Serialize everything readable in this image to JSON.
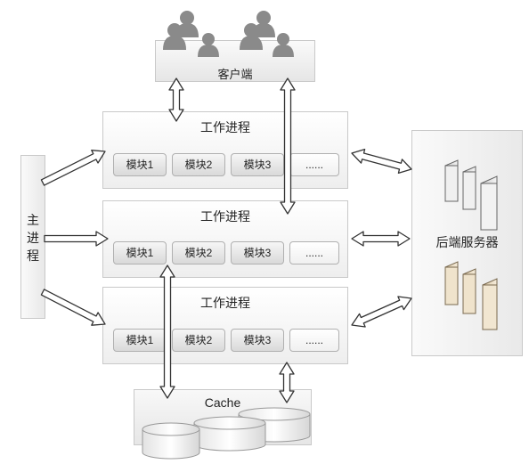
{
  "client": {
    "label": "客户端"
  },
  "main_process": {
    "label": "主\n进\n程"
  },
  "workers": [
    {
      "title": "工作进程",
      "modules": [
        "模块1",
        "模块2",
        "模块3",
        "......"
      ]
    },
    {
      "title": "工作进程",
      "modules": [
        "模块1",
        "模块2",
        "模块3",
        "......"
      ]
    },
    {
      "title": "工作进程",
      "modules": [
        "模块1",
        "模块2",
        "模块3",
        "......"
      ]
    }
  ],
  "backend": {
    "label": "后端服务器"
  },
  "cache": {
    "label": "Cache"
  },
  "colors": {
    "border": "#c9c9c9",
    "arrow_fill": "#ffffff",
    "arrow_stroke": "#333333",
    "icon_gray": "#8a8a8a"
  }
}
